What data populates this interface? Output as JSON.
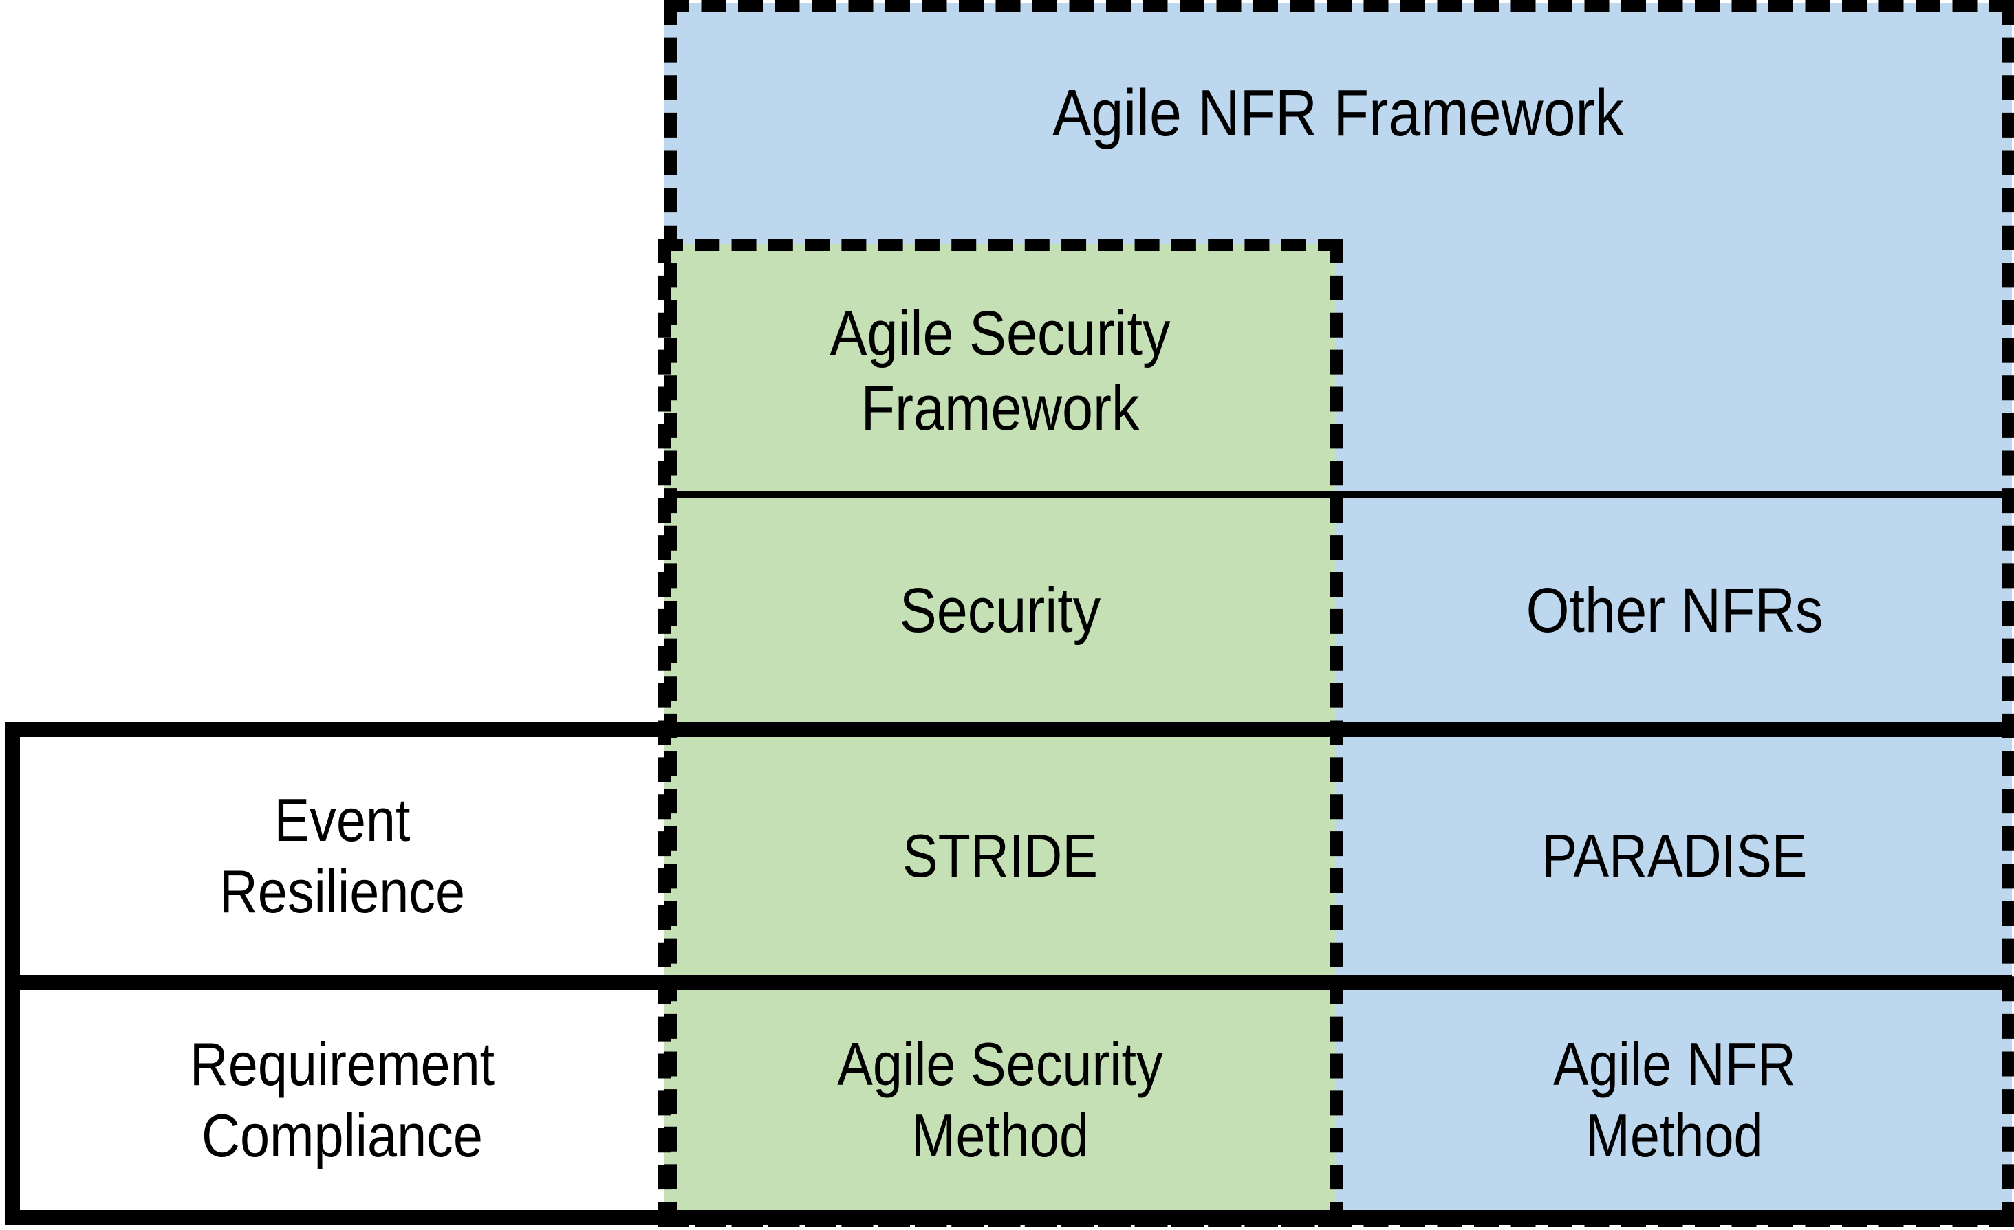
{
  "diagram": {
    "title": "Agile NFR Framework",
    "type": "nested-framework-matrix",
    "colors": {
      "outer_fill": "#BDD7EE",
      "inner_fill": "#C5E0B4",
      "left_fill": "#FFFFFF",
      "border": "#000000"
    },
    "frames": [
      {
        "name": "outer-frame",
        "label": "Agile NFR Framework",
        "fill": "#BDD7EE",
        "border_style": "dashed"
      },
      {
        "name": "inner-frame",
        "label": "Agile Security Framework",
        "fill": "#C5E0B4",
        "border_style": "dashed"
      }
    ],
    "columns": [
      {
        "key": "left",
        "label": "",
        "fill": "#FFFFFF"
      },
      {
        "key": "middle",
        "label": "Security",
        "fill": "#C5E0B4"
      },
      {
        "key": "right",
        "label": "Other NFRs",
        "fill": "#BDD7EE"
      }
    ],
    "rows": [
      {
        "key": "event-resilience",
        "label": "Event\nResilience",
        "middle": "STRIDE",
        "right": "PARADISE"
      },
      {
        "key": "requirement-compliance",
        "label": "Requirement\nCompliance",
        "middle": "Agile Security\nMethod",
        "right": "Agile NFR\nMethod"
      }
    ],
    "labels": {
      "outer_title": "Agile NFR Framework",
      "inner_title": "Agile Security\nFramework",
      "category_security": "Security",
      "category_other_nfrs": "Other NFRs",
      "row1_left": "Event\nResilience",
      "row1_middle": "STRIDE",
      "row1_right": "PARADISE",
      "row2_left": "Requirement\nCompliance",
      "row2_middle": "Agile Security\nMethod",
      "row2_right": "Agile NFR\nMethod"
    }
  }
}
